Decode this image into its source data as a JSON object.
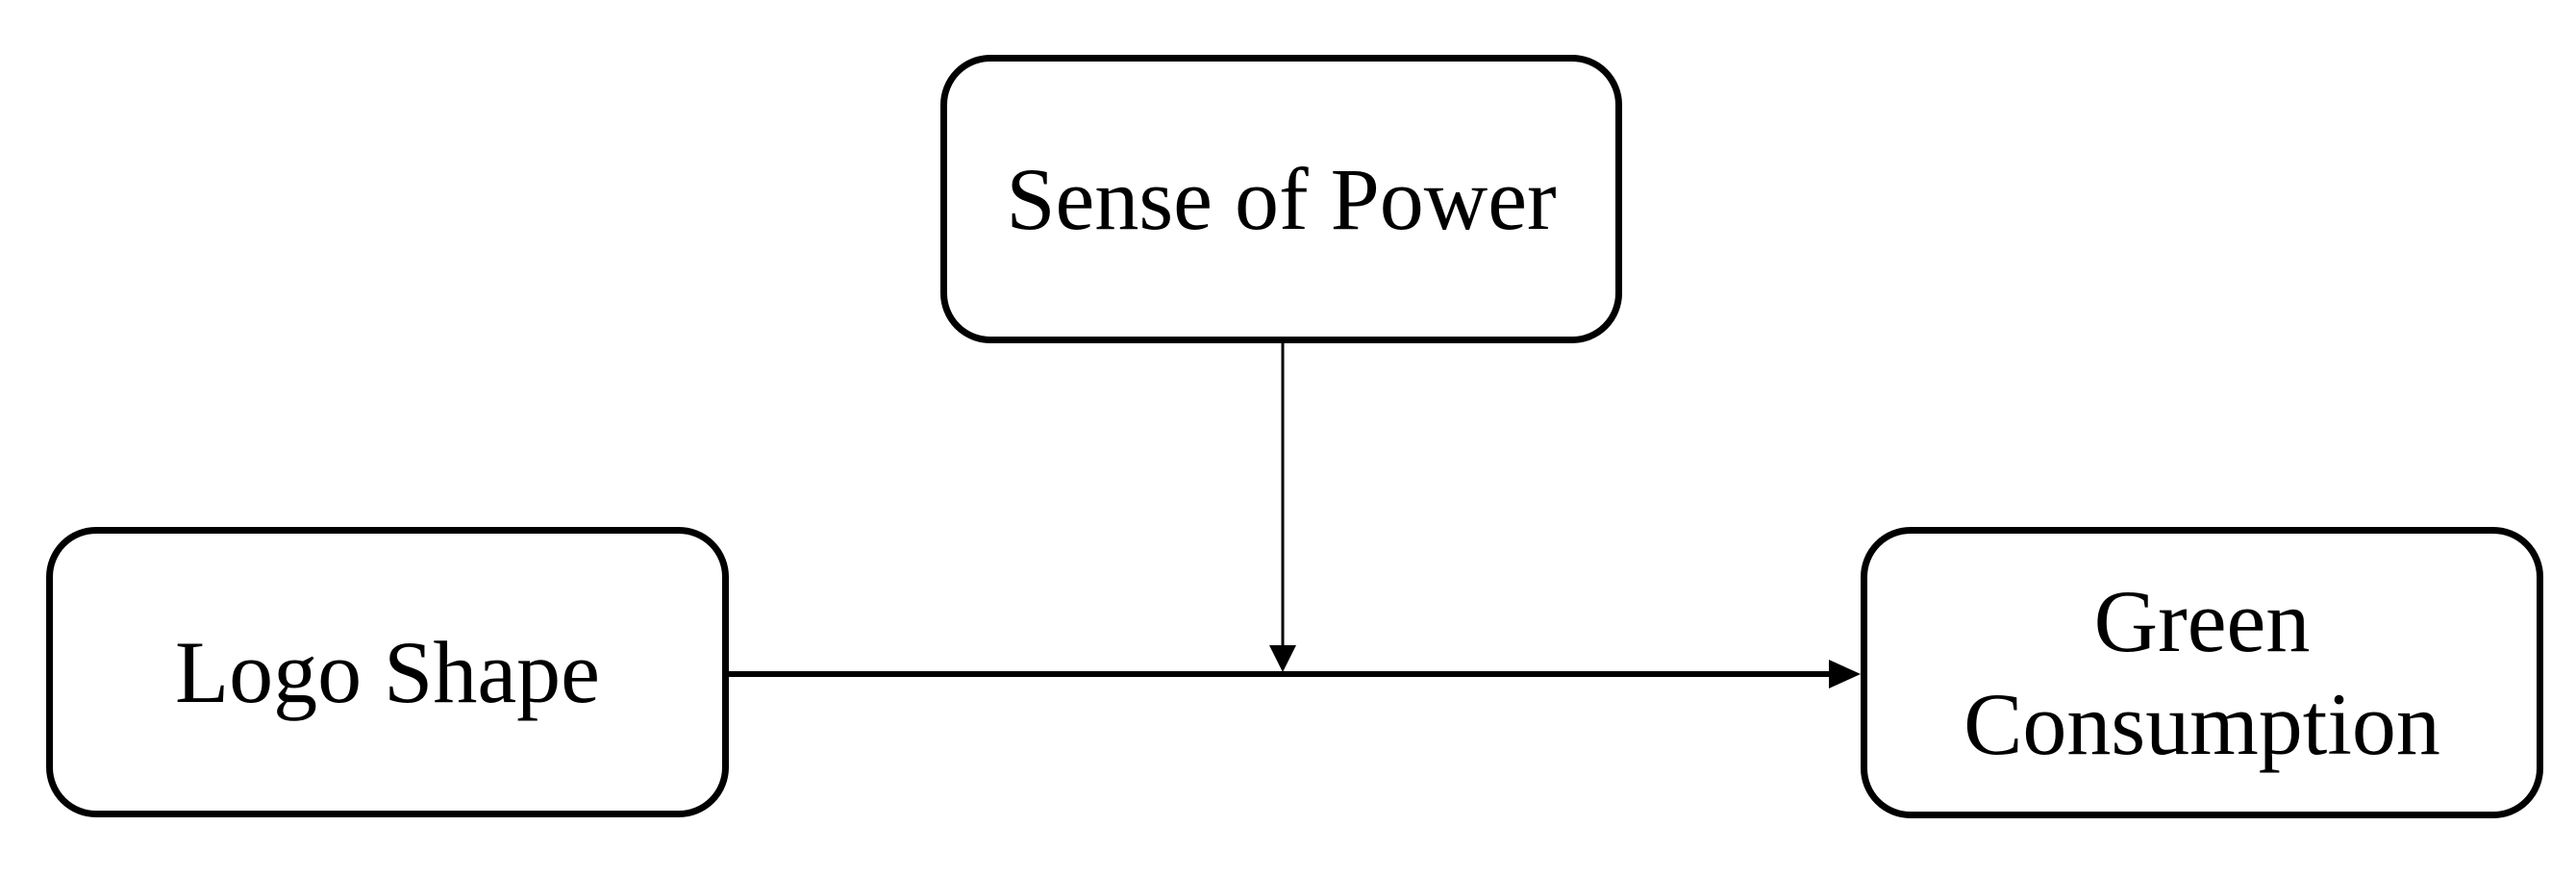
{
  "figure": {
    "background_color": "#ffffff",
    "line_color": "#000000",
    "text_color": "#000000"
  },
  "nodes": {
    "moderator": {
      "label": "Sense of Power"
    },
    "independent": {
      "label": "Logo Shape"
    },
    "dependent": {
      "label": "Green Consumption"
    }
  },
  "edges": [
    {
      "from": "Logo Shape",
      "to": "Green Consumption",
      "style": "solid-arrow"
    },
    {
      "from": "Sense of Power",
      "to": "Logo Shape to Green Consumption path",
      "style": "solid-arrow"
    }
  ]
}
